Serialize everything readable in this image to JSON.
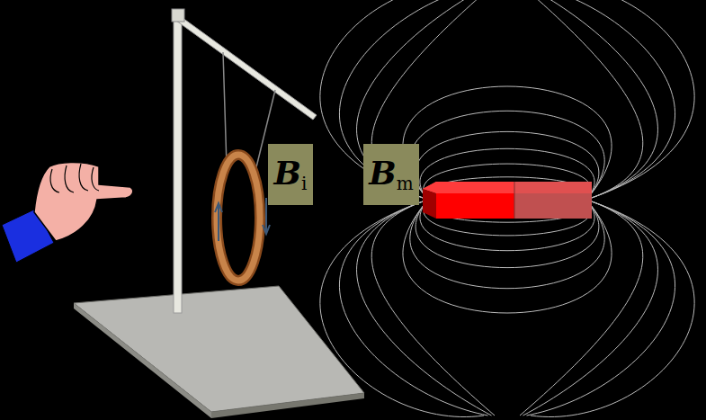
{
  "diagram": {
    "nodes": [
      {
        "text": [
          "B",
          "i"
        ]
      },
      {
        "text": [
          "B",
          "m"
        ]
      }
    ]
  }
}
